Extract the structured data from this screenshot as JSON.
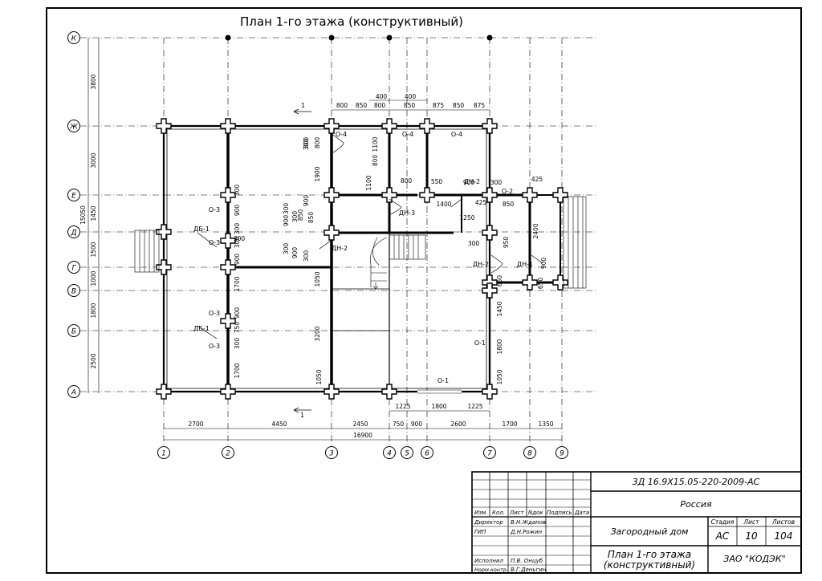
{
  "drawing": {
    "title": "План 1-го этажа (конструктивный)",
    "axes_rows": [
      {
        "name": "К"
      },
      {
        "name": "Ж"
      },
      {
        "name": "Е"
      },
      {
        "name": "Д"
      },
      {
        "name": "Г"
      },
      {
        "name": "В"
      },
      {
        "name": "Б"
      },
      {
        "name": "А"
      }
    ],
    "axes_cols": [
      {
        "name": "1"
      },
      {
        "name": "2"
      },
      {
        "name": "3"
      },
      {
        "name": "4"
      },
      {
        "name": "5"
      },
      {
        "name": "6"
      },
      {
        "name": "7"
      },
      {
        "name": "8"
      },
      {
        "name": "9"
      }
    ],
    "left_dims": [
      "3800",
      "3000",
      "1450",
      "1500",
      "1000",
      "1800",
      "2500"
    ],
    "left_total": "15050",
    "bottom_dims": [
      "2700",
      "4450",
      "2450",
      "750",
      "900",
      "2600",
      "1700",
      "1350"
    ],
    "bottom_total": "16900",
    "inner_bottom_dims": [
      "1225",
      "1800",
      "1225"
    ],
    "top_dims_row1": [
      "800",
      "850",
      "800",
      "850",
      "875",
      "850",
      "875"
    ],
    "top_dims_row2": [
      "400",
      "400"
    ],
    "section_mark": "1",
    "labels": [
      {
        "text": "О-4"
      },
      {
        "text": "О-4"
      },
      {
        "text": "О-4"
      },
      {
        "text": "О-3"
      },
      {
        "text": "О-3"
      },
      {
        "text": "О-3"
      },
      {
        "text": "О-3"
      },
      {
        "text": "ДБ-1"
      },
      {
        "text": "ДБ-1"
      },
      {
        "text": "ДН-2"
      },
      {
        "text": "ДН-2"
      },
      {
        "text": "ДН-2"
      },
      {
        "text": "ДН-3"
      },
      {
        "text": "ДН-1"
      },
      {
        "text": "О-2"
      },
      {
        "text": "О-1"
      },
      {
        "text": "О-1"
      }
    ],
    "misc_dims": [
      "300",
      "800",
      "1100",
      "1900",
      "800",
      "300",
      "1100",
      "800",
      "550",
      "900",
      "300",
      "425",
      "850",
      "1400",
      "425",
      "2400",
      "1250",
      "950",
      "300",
      "900",
      "650",
      "650",
      "850",
      "1450",
      "1800",
      "1050",
      "1700",
      "1050",
      "3200",
      "1700",
      "300",
      "1050",
      "300",
      "900",
      "300",
      "900",
      "750",
      "300",
      "900",
      "300",
      "900",
      "300",
      "900",
      "300",
      "850",
      "300",
      "300",
      "900"
    ]
  },
  "titleblock": {
    "code": "3Д 16.9Х15.05-220-2009-АС",
    "country": "Россия",
    "project": "Загородный дом",
    "sheet_name_1": "План 1-го этажа",
    "sheet_name_2": "(конструктивный)",
    "company": "ЗАО \"КОДЭК\"",
    "h_izm": "Изм.",
    "h_kol": "Кол.",
    "h_list": "Лист",
    "h_ndok": "Nдок",
    "h_podp": "Подпись",
    "h_data": "Дата",
    "r1_role": "Директор",
    "r1_name": "В.Н.Жданов",
    "r2_role": "ГИП",
    "r2_name": "Д.Н.Рожин",
    "r3_role": "Исполнил",
    "r3_name": "П.В. Онцуб",
    "r4_role": "Норм.контр.",
    "r4_name": "В.Г.Деньгин",
    "stage_h": "Стадия",
    "list_h": "Лист",
    "lists_h": "Листов",
    "stage": "АС",
    "list_no": "10",
    "lists_total": "104"
  }
}
